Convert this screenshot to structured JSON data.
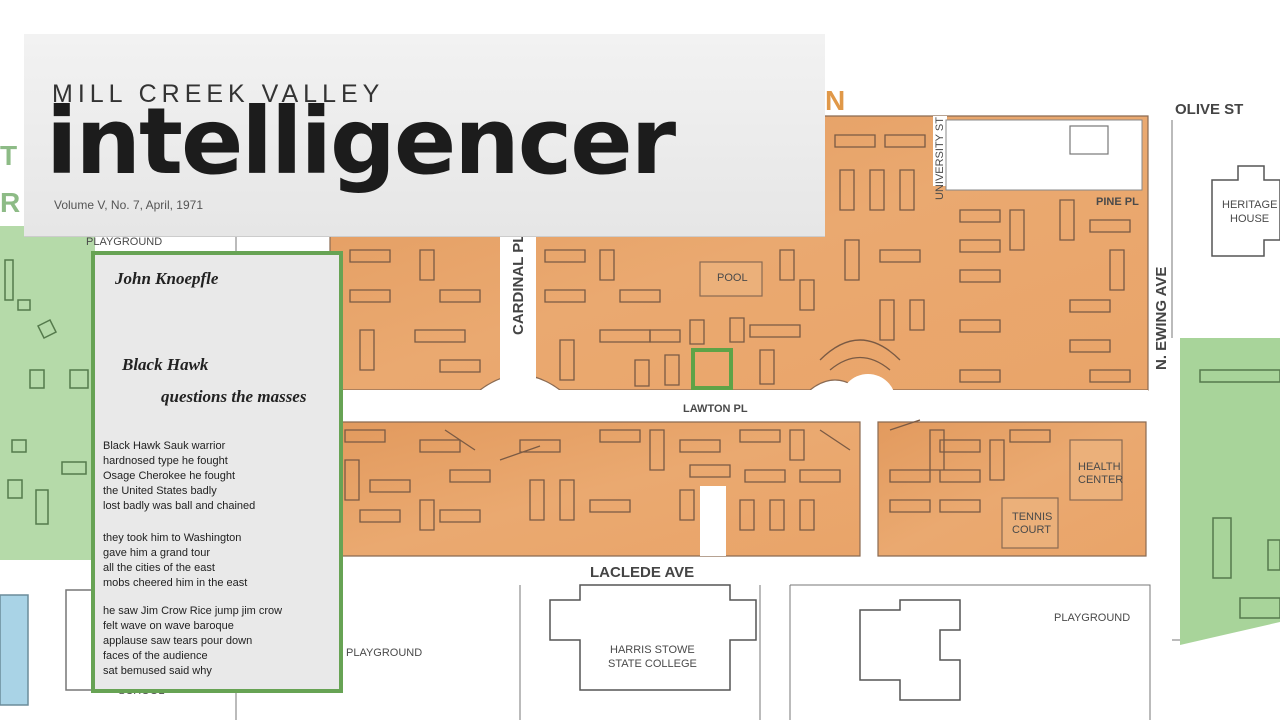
{
  "masthead": {
    "kicker": "MILL CREEK VALLEY",
    "title": "intelligencer",
    "volume": "Volume V, No. 7, April, 1971"
  },
  "poem": {
    "author": "John Knoepfle",
    "title_line1": "Black Hawk",
    "title_line2": "questions the masses",
    "stanzas": [
      [
        "Black Hawk Sauk warrior",
        "hardnosed type he fought",
        "Osage Cherokee he fought",
        "the United States badly",
        "lost badly was ball and chained"
      ],
      [
        "they took him to Washington",
        "gave him a grand tour",
        "all the cities of the east",
        "mobs cheered him in the east"
      ],
      [
        "he saw Jim Crow Rice jump jim crow",
        "felt wave on wave baroque",
        "applause saw tears pour down",
        "faces of the audience",
        "sat bemused said why"
      ]
    ]
  },
  "map": {
    "streets": {
      "olive": "OLIVE ST",
      "pine": "PINE PL",
      "university": "UNIVERSITY ST",
      "cardinal": "CARDINAL PL",
      "lawton": "LAWTON PL",
      "laclede": "LACLEDE AVE",
      "ewing": "N. EWING AVE"
    },
    "places": {
      "pool": "POOL",
      "heritage_1": "HERITAGE",
      "heritage_2": "HOUSE",
      "health_1": "HEALTH",
      "health_2": "CENTER",
      "tennis_1": "TENNIS",
      "tennis_2": "COURT",
      "harris_1": "HARRIS STOWE",
      "harris_2": "STATE COLLEGE",
      "playground_top": "PLAYGROUND",
      "playground_bottom": "PLAYGROUND",
      "playground_right": "PLAYGROUND",
      "school": "SCHOOL"
    },
    "fragments": {
      "orange_n": "N",
      "green_t": "T",
      "green_r": "R"
    },
    "colors": {
      "development": "#e8a46a",
      "park": "#a8d49a",
      "water": "#a9d3e6",
      "outline": "#6e5a48",
      "highlight": "#5ea347"
    }
  }
}
